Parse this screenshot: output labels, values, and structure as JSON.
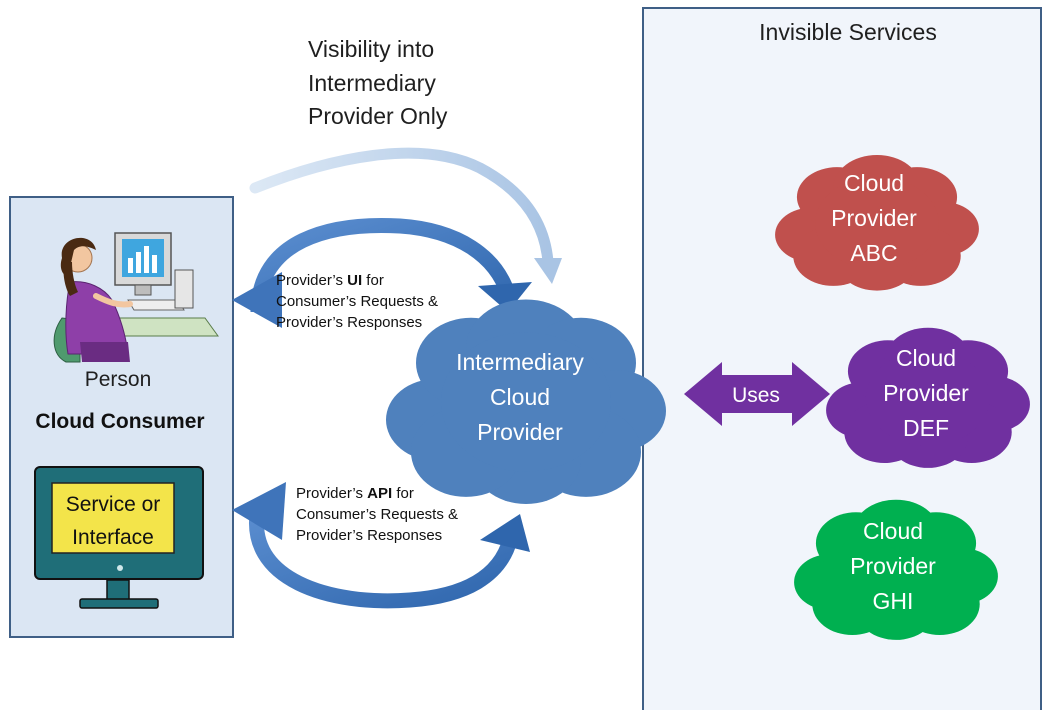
{
  "visibility_note": [
    "Visibility into",
    "Intermediary",
    "Provider Only"
  ],
  "invisible_panel": {
    "title": "Invisible Services",
    "providers": [
      {
        "lines": [
          "Cloud",
          "Provider",
          "ABC"
        ],
        "color": "#c0504d"
      },
      {
        "lines": [
          "Cloud",
          "Provider",
          "DEF"
        ],
        "color": "#7030a0"
      },
      {
        "lines": [
          "Cloud",
          "Provider",
          "GHI"
        ],
        "color": "#00b050"
      }
    ]
  },
  "consumer_panel": {
    "person_label": "Person",
    "consumer_label": "Cloud Consumer",
    "screen_lines": [
      "Service or",
      "Interface"
    ]
  },
  "ui_arrow": {
    "prefix": "Provider’s ",
    "bold": "UI",
    "suffix": " for",
    "lines": [
      "Consumer’s Requests &",
      "Provider’s Responses"
    ]
  },
  "api_arrow": {
    "prefix": "Provider’s ",
    "bold": "API",
    "suffix": " for",
    "lines": [
      "Consumer’s Requests &",
      "Provider’s Responses"
    ]
  },
  "intermediary": {
    "lines": [
      "Intermediary",
      "Cloud",
      "Provider"
    ],
    "color": "#4f81bd"
  },
  "uses_label": "Uses"
}
